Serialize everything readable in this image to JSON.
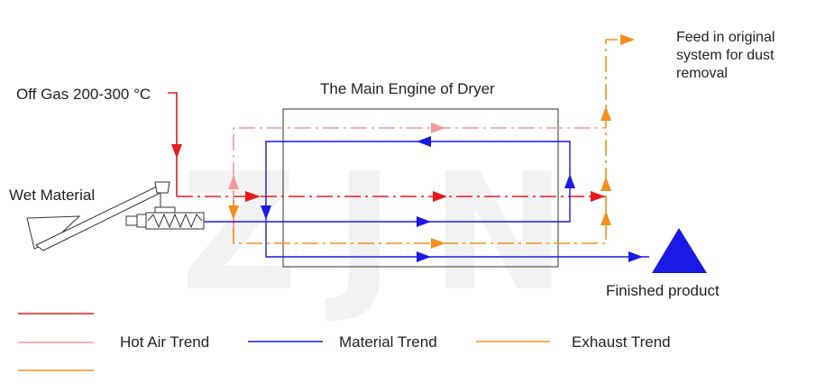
{
  "labels": {
    "off_gas": "Off Gas 200-300 °C",
    "wet_material": "Wet Material",
    "main_engine": "The Main Engine of Dryer",
    "feed_line1": "Feed in original",
    "feed_line2": "system for dust",
    "feed_line3": "removal",
    "finished_product": "Finished product"
  },
  "watermark": "ZJN",
  "legend": {
    "hot_air": "Hot Air Trend",
    "material": "Material Trend",
    "exhaust": "Exhaust Trend"
  },
  "colors": {
    "hot_air": "#e8191c",
    "hot_air_light": "#f49a9b",
    "material": "#1a1ae6",
    "exhaust": "#f5901e",
    "frame": "#333333"
  }
}
